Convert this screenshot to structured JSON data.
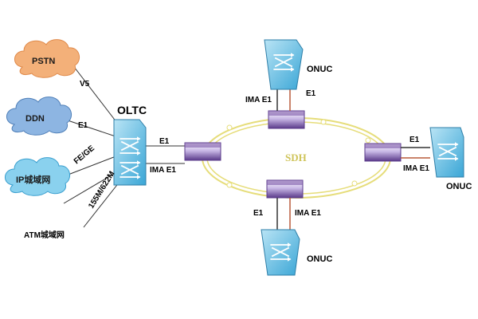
{
  "clouds": {
    "pstn": {
      "label": "PSTN",
      "color": "#f3b079"
    },
    "ddn": {
      "label": "DDN",
      "color": "#8db5e2"
    },
    "ip": {
      "label": "IP城域网",
      "color": "#8ad1ee"
    },
    "atm": {
      "label": "ATM城域网"
    }
  },
  "links": {
    "v5": "V5",
    "e1": "E1",
    "fege": "FE/GE",
    "stm": "155M/622M"
  },
  "oltc": {
    "label": "OLTC",
    "e1": "E1",
    "ima_e1": "IMA E1",
    "color": "#64c2e6"
  },
  "ring": {
    "label": "SDH",
    "color": "#e6dd7a"
  },
  "onuc_top": {
    "label": "ONUC",
    "ima_e1": "IMA E1",
    "e1": "E1"
  },
  "onuc_right": {
    "label": "ONUC",
    "e1": "E1",
    "ima_e1": "IMA E1"
  },
  "onuc_bottom": {
    "label": "ONUC",
    "e1": "E1",
    "ima_e1": "IMA E1"
  },
  "colors": {
    "adm": "#7a55a8",
    "ima_link": "#b85a3a"
  }
}
